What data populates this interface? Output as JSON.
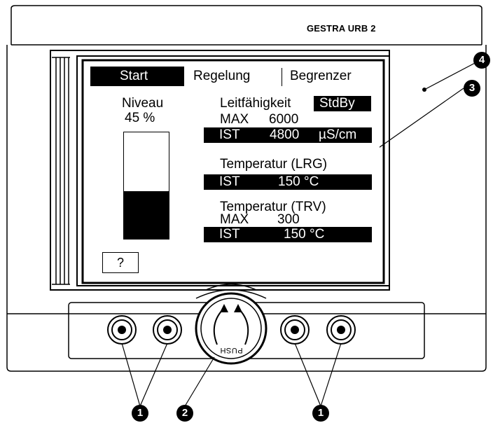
{
  "brand": "GESTRA URB 2",
  "tabs": [
    {
      "label": "Start",
      "active": true
    },
    {
      "label": "Regelung",
      "active": false
    },
    {
      "label": "Begrenzer",
      "active": false
    }
  ],
  "level": {
    "label": "Niveau",
    "value_text": "45 %",
    "fraction": 0.45
  },
  "conductivity": {
    "title": "Leitfähigkeit",
    "mode": "StdBy",
    "max_label": "MAX",
    "max_value": "6000",
    "ist_label": "IST",
    "ist_value": "4800",
    "unit": "µS/cm"
  },
  "temp_lrg": {
    "title": "Temperatur (LRG)",
    "ist_label": "IST",
    "ist_value": "150 °C"
  },
  "temp_trv": {
    "title": "Temperatur (TRV)",
    "max_label": "MAX",
    "max_value": "300",
    "ist_label": "IST",
    "ist_value": "150 °C"
  },
  "footer": {
    "help": "?"
  },
  "knob": {
    "label": "PUSH"
  },
  "callouts": [
    "1",
    "2",
    "1",
    "3",
    "4"
  ],
  "colors": {
    "line": "#000000",
    "background": "#ffffff"
  }
}
